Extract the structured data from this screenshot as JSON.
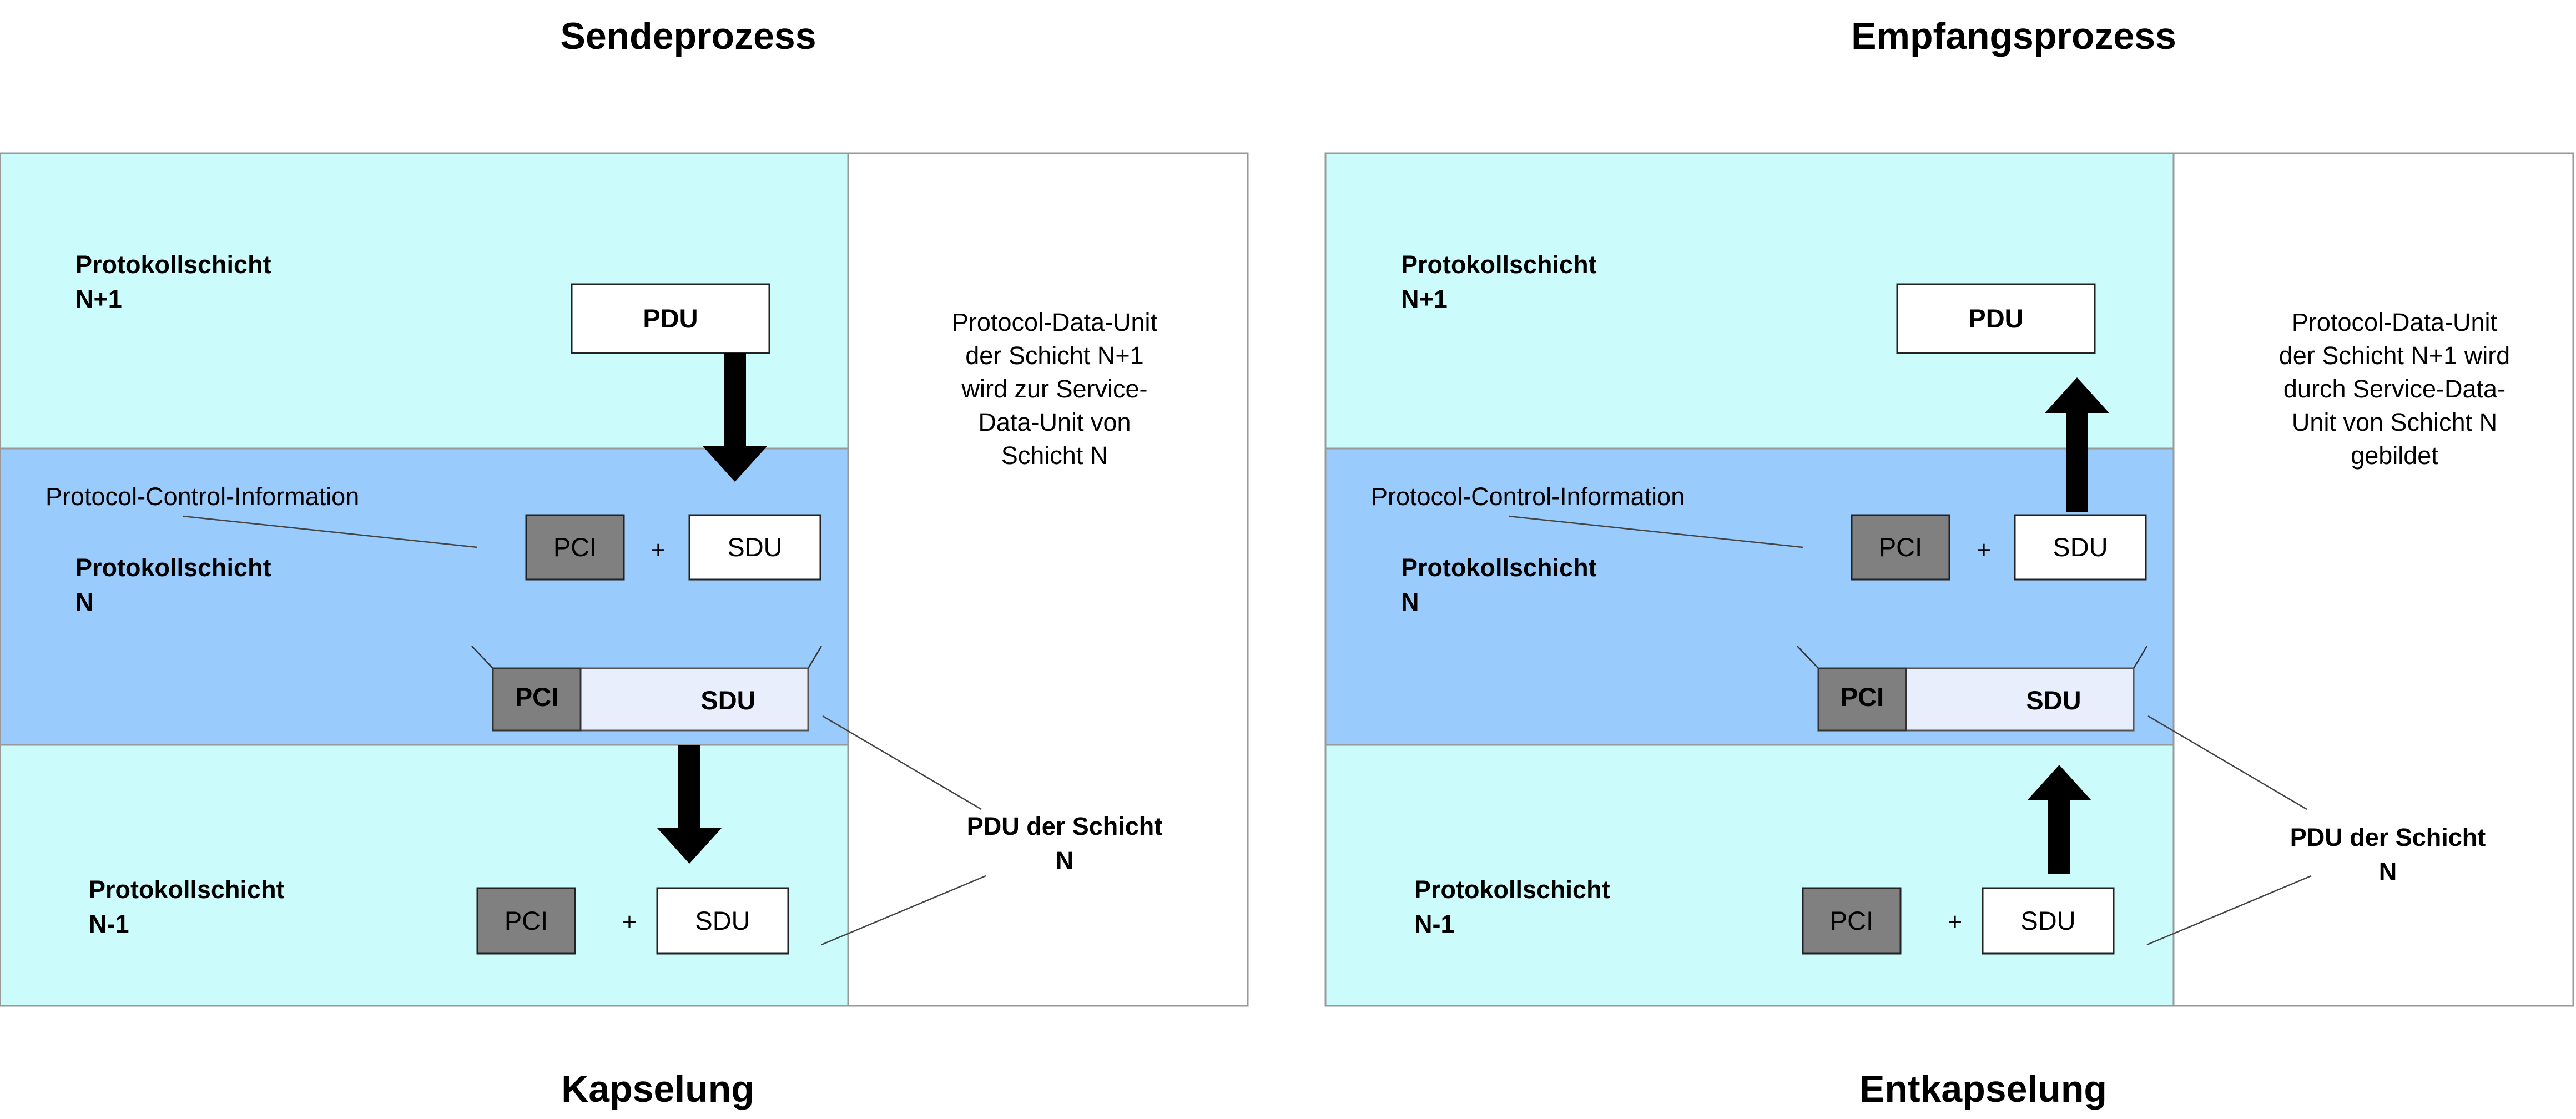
{
  "colors": {
    "layer_light": "#ccfbfc",
    "layer_mid": "#99ccfd",
    "pci_dark": "#808080",
    "pci_bar": "#7f7f7f",
    "sdu_bar": "#e9eefc",
    "box_white": "#ffffff",
    "arrow": "#000000",
    "border": "#999999"
  },
  "panels": [
    {
      "id": "send",
      "title": "Sendeprozess",
      "caption": "Kapselung",
      "layer_upper": [
        "Protokollschicht",
        "N+1"
      ],
      "layer_middle": [
        "Protokollschicht",
        "N"
      ],
      "layer_lower": [
        "Protokollschicht",
        "N-1"
      ],
      "pdu_label": "PDU",
      "pci_label": "PCI",
      "sdu_label": "SDU",
      "plus": "+",
      "pci_text": "Protocol-Control-Information",
      "note_lines": [
        "Protocol-Data-Unit",
        "der Schicht N+1",
        "wird zur Service-",
        "Data-Unit von",
        "Schicht N"
      ],
      "pdu_n_lines": [
        "PDU der Schicht",
        "N"
      ],
      "arrow_direction": "down"
    },
    {
      "id": "receive",
      "title": "Empfangsprozess",
      "caption": "Entkapselung",
      "layer_upper": [
        "Protokollschicht",
        "N+1"
      ],
      "layer_middle": [
        "Protokollschicht",
        "N"
      ],
      "layer_lower": [
        "Protokollschicht",
        "N-1"
      ],
      "pdu_label": "PDU",
      "pci_label": "PCI",
      "sdu_label": "SDU",
      "plus": "+",
      "pci_text": "Protocol-Control-Information",
      "note_lines": [
        "Protocol-Data-Unit",
        "der Schicht N+1 wird",
        "durch Service-Data-",
        "Unit von Schicht N",
        "gebildet"
      ],
      "pdu_n_lines": [
        "PDU der Schicht",
        "N"
      ],
      "arrow_direction": "up"
    }
  ]
}
